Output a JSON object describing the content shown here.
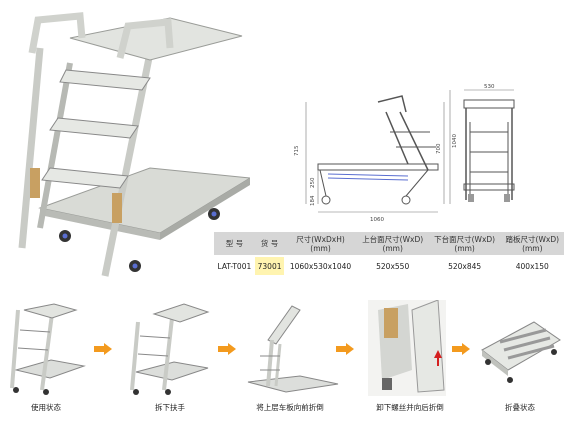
{
  "spec_table": {
    "headers": [
      {
        "title": "型 号",
        "unit": ""
      },
      {
        "title": "货 号",
        "unit": ""
      },
      {
        "title": "尺寸(WxDxH)",
        "unit": "(mm)"
      },
      {
        "title": "上台面尺寸(WxD)",
        "unit": "(mm)"
      },
      {
        "title": "下台面尺寸(WxD)",
        "unit": "(mm)"
      },
      {
        "title": "踏板尺寸(WxD)",
        "unit": "(mm)"
      }
    ],
    "row": [
      "LAT-T001",
      "73001",
      "1060x530x1040",
      "520x550",
      "520x845",
      "400x150"
    ]
  },
  "dimensions": {
    "top_width": "530",
    "height_left": "715",
    "height_mid": "700",
    "height_right": "1040",
    "low_a": "250",
    "low_b": "184",
    "length": "1060"
  },
  "steps": [
    {
      "caption": "使用状态"
    },
    {
      "caption": "拆下扶手"
    },
    {
      "caption": "将上层车板向前折倒"
    },
    {
      "caption": "卸下螺丝并向后折倒"
    },
    {
      "caption": "折叠状态"
    }
  ],
  "colors": {
    "arrow": "#f39a1e",
    "table_header": "#d6d6d6",
    "highlight": "#fff4b0",
    "frame": "#e6e8e4"
  }
}
